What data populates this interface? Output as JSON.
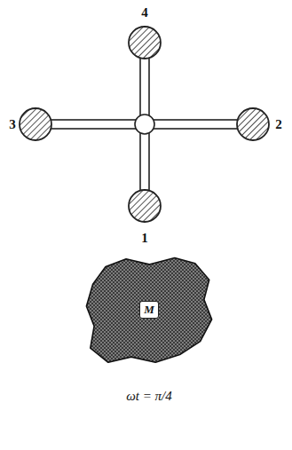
{
  "diagram": {
    "caption": "ωt = π/4",
    "nodes": [
      {
        "text": [
          "M"
        ]
      }
    ],
    "labels": [
      "4",
      "3",
      "2",
      "1"
    ]
  }
}
